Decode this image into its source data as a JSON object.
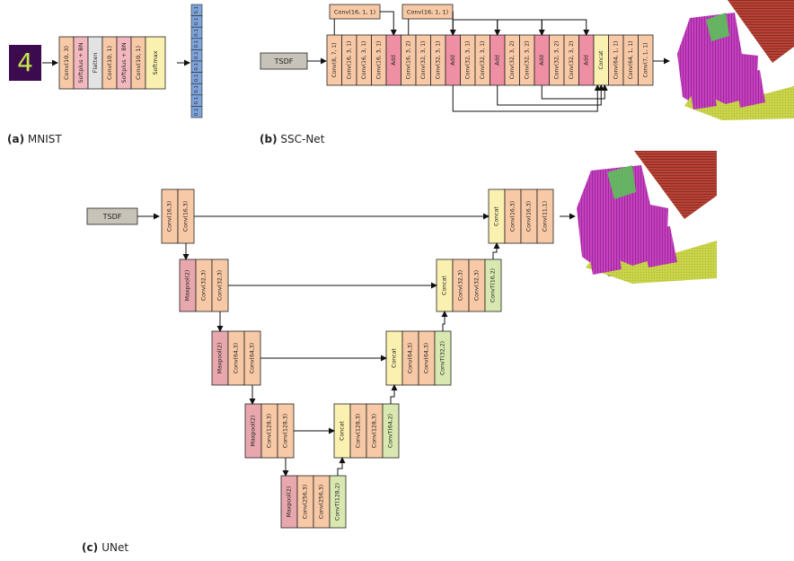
{
  "captions": {
    "a_tag": "(a)",
    "a_name": "MNIST",
    "b_tag": "(b)",
    "b_name": "SSC-Net",
    "c_tag": "(c) ",
    "c_name": "UNet"
  },
  "colors": {
    "conv": "#f8c9a6",
    "softplus": "#f3b8bf",
    "flatten": "#e3e3e3",
    "softmax": "#faf0b0",
    "add": "#ee8fa3",
    "concat": "#faf0b0",
    "maxpool": "#e7a7ad",
    "convT": "#d9e8b0",
    "input": "#c8c3b8",
    "output_vec": "#7fa4dc",
    "border": "#222222",
    "digit_bg": "#3b0a4f",
    "digit_fg": "#c5e84a",
    "voxel_magenta": "#c63fc0",
    "voxel_roof": "#b84235",
    "voxel_green": "#5cc15a",
    "voxel_floor": "#c9d44a"
  },
  "mnist": {
    "digit": "4",
    "layers": [
      "Conv(10, 3)",
      "Softplus + BN",
      "Flatten",
      "Conv(10, 1)",
      "Softplus + BN",
      "Conv(10, 1)",
      "Softmax"
    ],
    "output_values": [
      "0.1",
      "0.1",
      "0.1",
      "0.1",
      "0.1",
      "0.1",
      "0.1",
      "0.1",
      "0.1",
      "0.1"
    ]
  },
  "ssc": {
    "input_label": "TSDF",
    "skip_convs": [
      "Conv(16, 1, 1)",
      "Conv(16, 1, 1)"
    ],
    "layers": [
      "Conv(8, 7, 1)",
      "Conv(16, 3, 1)",
      "Conv(16, 3, 1)",
      "Conv(16, 3, 1)",
      "Add",
      "Conv(16, 3, 2)",
      "Conv(32, 3, 1)",
      "Conv(32, 3, 1)",
      "Add",
      "Conv(32, 3, 1)",
      "Conv(32, 3, 1)",
      "Add",
      "Conv(32, 3, 2)",
      "Conv(32, 3, 2)",
      "Add",
      "Conv(32, 3, 2)",
      "Conv(32, 3, 2)",
      "Add",
      "Concat",
      "Conv(64, 1, 1)",
      "Conv(64, 1, 1)",
      "Conv(7, 1, 1)"
    ]
  },
  "unet": {
    "input_label": "TSDF",
    "level0_down": [
      "Conv(16,3)",
      "Conv(16,3)"
    ],
    "level1_down": [
      "Maxpool(2)",
      "Conv(32,3)",
      "Conv(32,3)"
    ],
    "level2_down": [
      "Maxpool(2)",
      "Conv(64,3)",
      "Conv(64,3)"
    ],
    "level3_down": [
      "Maxpool(2)",
      "Conv(128,3)",
      "Conv(128,3)"
    ],
    "level4": [
      "Maxpool(2)",
      "Conv(256,3)",
      "Conv(256,3)",
      "ConvT(128,2)"
    ],
    "level3_up": [
      "Concat",
      "Conv(128,3)",
      "Conv(128,3)",
      "ConvT(64,2)"
    ],
    "level2_up": [
      "Concat",
      "Conv(64,3)",
      "Conv(64,3)",
      "ConvT(32,2)"
    ],
    "level1_up": [
      "Concat",
      "Conv(32,3)",
      "Conv(32,3)",
      "ConvT(16,2)"
    ],
    "level0_up": [
      "Concat",
      "Conv(16,3)",
      "Conv(16,3)",
      "Conv(11,1)"
    ]
  }
}
